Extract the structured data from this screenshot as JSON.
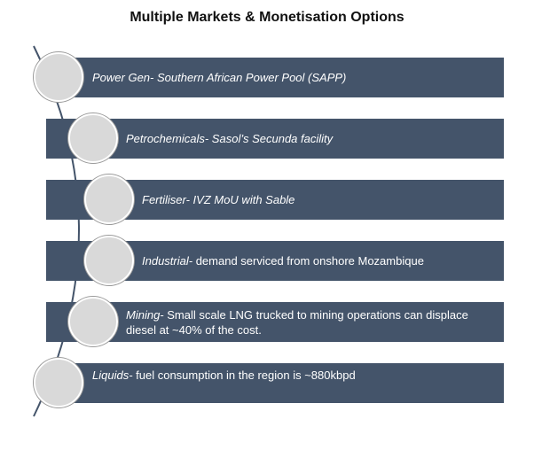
{
  "title": "Multiple Markets & Monetisation Options",
  "items": [
    {
      "lead": "Power Gen- Southern African Power Pool (SAPP)",
      "rest": ""
    },
    {
      "lead": "Petrochemicals- Sasol’s Secunda facility",
      "rest": ""
    },
    {
      "lead": "Fertiliser- IVZ MoU with Sable",
      "rest": ""
    },
    {
      "lead": "Industrial-",
      "rest": " demand serviced from onshore Mozambique"
    },
    {
      "lead": "Mining-",
      "rest": " Small scale LNG trucked to mining operations can displace diesel at ~40% of the cost."
    },
    {
      "lead": "Liquids-",
      "rest": " fuel consumption in the region is ~880kbpd"
    }
  ],
  "colors": {
    "bar": "#44546a",
    "circle_fill": "#d9d9d9",
    "connector": "#44546a"
  }
}
